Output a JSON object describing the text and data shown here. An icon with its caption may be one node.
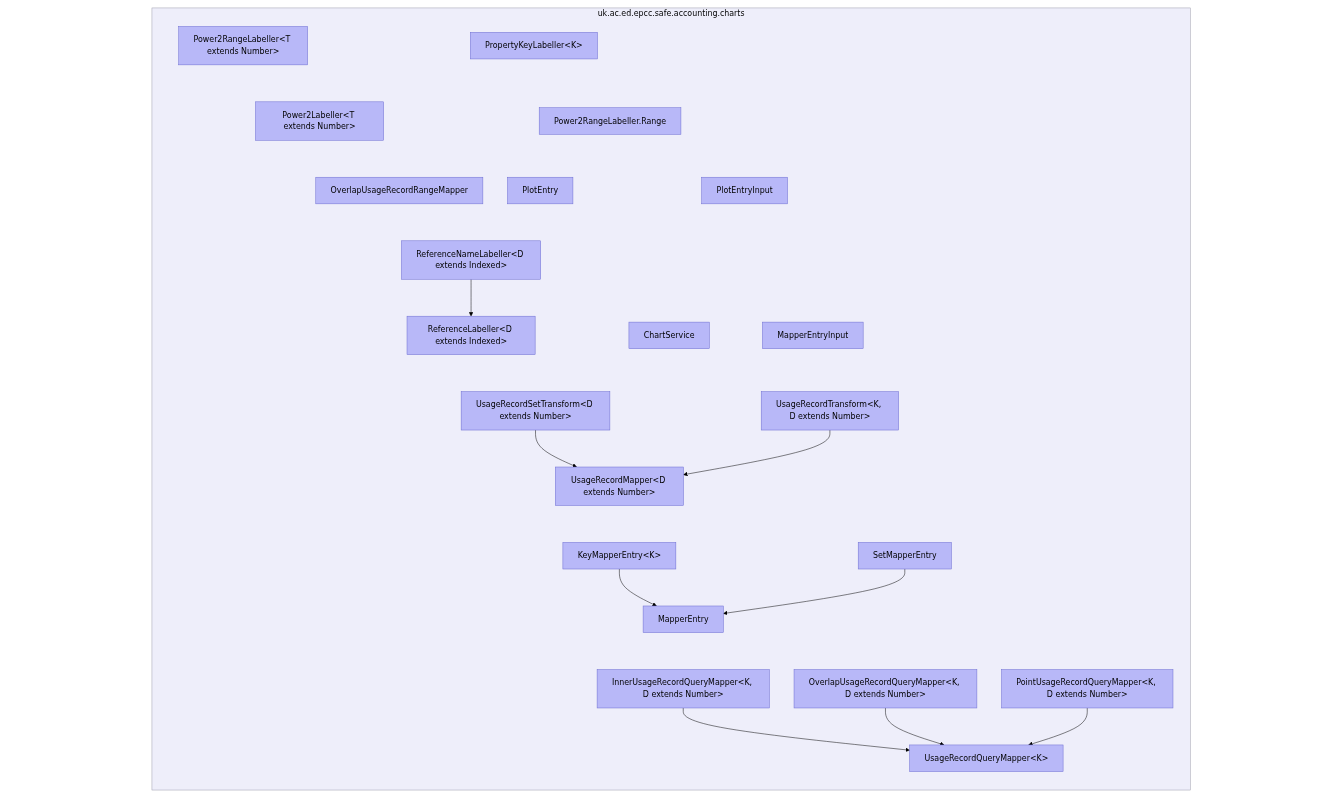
{
  "diagram": {
    "nodes": [
      {
        "text": [
          "uk.ac.ed.epcc.safe.accounting.charts"
        ]
      },
      {
        "text": [
          "UsageRecordQueryMapper<K>"
        ],
        "in": 0
      },
      {
        "text": [
          "InnerUsageRecordQueryMapper<K, D extends Number>"
        ],
        "in": 0
      },
      {
        "text": [
          "OverlapUsageRecordQueryMapper<K, D extends Number>"
        ],
        "in": 0
      },
      {
        "text": [
          "PointUsageRecordQueryMapper<K, D extends Number>"
        ],
        "in": 0
      },
      {
        "text": [
          "MapperEntry"
        ],
        "in": 0
      },
      {
        "text": [
          "KeyMapperEntry<K>"
        ],
        "in": 0
      },
      {
        "text": [
          "SetMapperEntry"
        ],
        "in": 0
      },
      {
        "text": [
          "UsageRecordMapper<D extends Number>"
        ],
        "in": 0
      },
      {
        "text": [
          "UsageRecordSetTransform<D extends Number>"
        ],
        "in": 0
      },
      {
        "text": [
          "UsageRecordTransform<K, D extends Number>"
        ],
        "in": 0
      },
      {
        "text": [
          "ReferenceLabeller<D extends Indexed>"
        ],
        "in": 0
      },
      {
        "text": [
          "ChartService"
        ],
        "in": 0
      },
      {
        "text": [
          "MapperEntryInput"
        ],
        "in": 0
      },
      {
        "text": [
          "ReferenceNameLabeller<D extends Indexed>"
        ],
        "in": 0
      },
      {
        "text": [
          "OverlapUsageRecordRangeMapper"
        ],
        "in": 0
      },
      {
        "text": [
          "PlotEntry"
        ],
        "in": 0
      },
      {
        "text": [
          "PlotEntryInput"
        ],
        "in": 0
      },
      {
        "text": [
          "Power2Labeller<T extends Number>"
        ],
        "in": 0
      },
      {
        "text": [
          "Power2RangeLabeller.Range"
        ],
        "in": 0
      },
      {
        "text": [
          "Power2RangeLabeller<T extends Number>"
        ],
        "in": 0
      },
      {
        "text": [
          "PropertyKeyLabeller<K>"
        ],
        "in": 0
      }
    ],
    "edges": [
      {
        "from": 2,
        "to": 1,
        "arrow": "to"
      },
      {
        "from": 3,
        "to": 1,
        "arrow": "to"
      },
      {
        "from": 4,
        "to": 1,
        "arrow": "to"
      },
      {
        "from": 6,
        "to": 5,
        "arrow": "to"
      },
      {
        "from": 7,
        "to": 5,
        "arrow": "to"
      },
      {
        "from": 9,
        "to": 8,
        "arrow": "to"
      },
      {
        "from": 10,
        "to": 8,
        "arrow": "to"
      },
      {
        "from": 14,
        "to": 11,
        "arrow": "to"
      }
    ]
  }
}
